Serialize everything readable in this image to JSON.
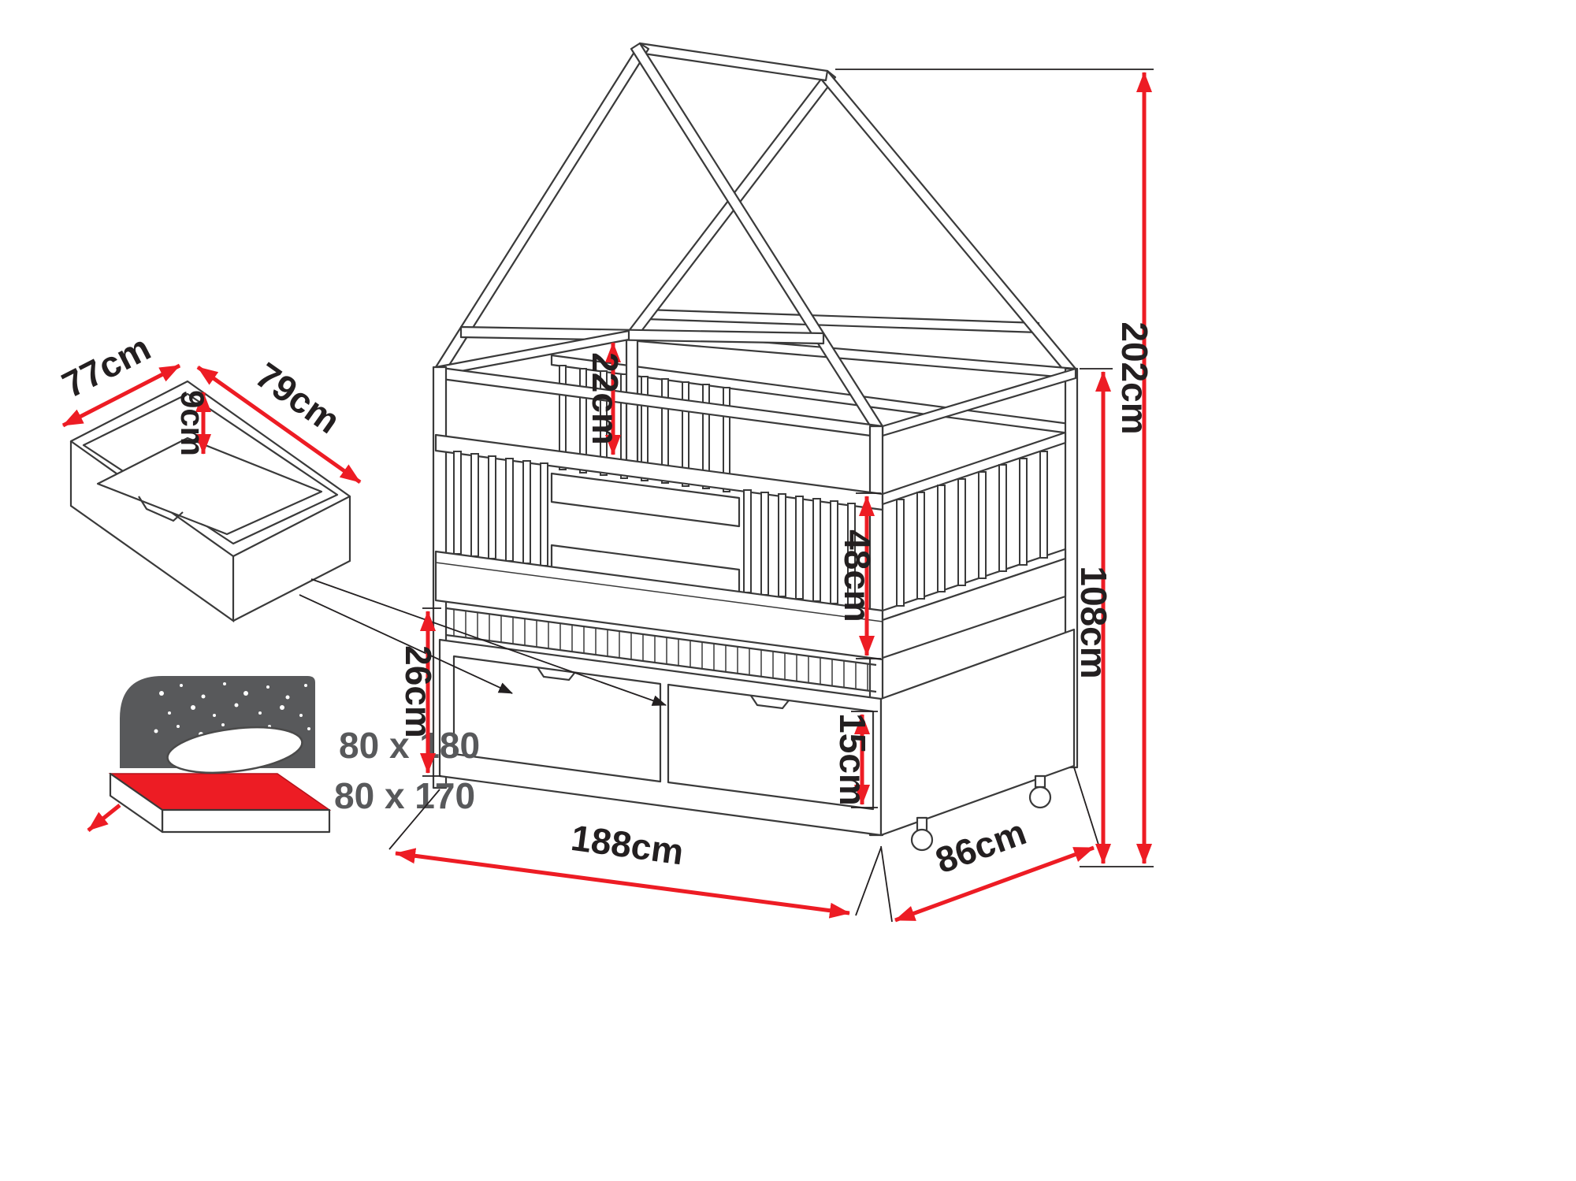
{
  "colors": {
    "dimension_red": "#ed1c24",
    "line": "#3a3a3a",
    "label_text": "#231f20",
    "muted_gray": "#58595b"
  },
  "bed": {
    "total_height": "202cm",
    "side_height": "108cm",
    "rail_height": "48cm",
    "roof_gap": "22cm",
    "trundle_height": "26cm",
    "drawer_front_height": "15cm",
    "length": "188cm",
    "depth": "86cm"
  },
  "drawer": {
    "width": "77cm",
    "depth": "79cm",
    "height": "9cm"
  },
  "mattress": {
    "top": "80 x 180",
    "bottom": "80 x 170"
  }
}
